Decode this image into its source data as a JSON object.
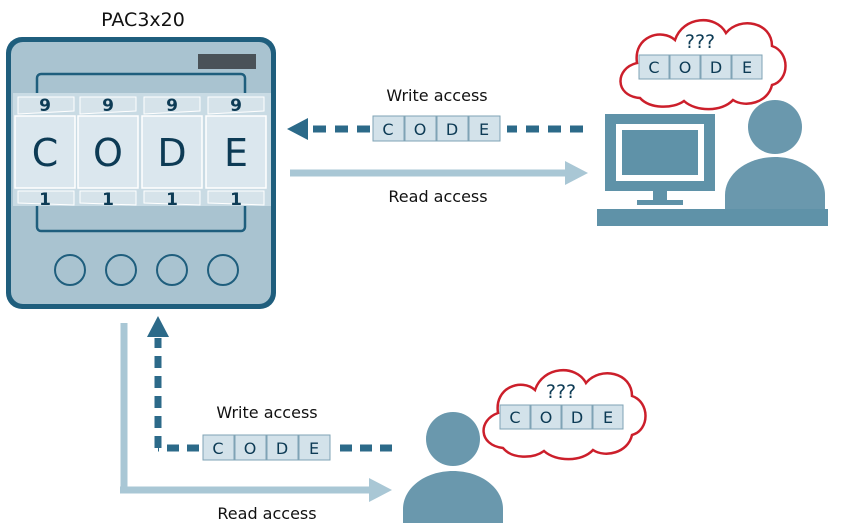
{
  "device": {
    "title": "PAC3x20",
    "code_letters": [
      "C",
      "O",
      "D",
      "E"
    ],
    "wheel_top_digits": [
      "9",
      "9",
      "9",
      "9"
    ],
    "wheel_bottom_digits": [
      "1",
      "1",
      "1",
      "1"
    ]
  },
  "pc_user": {
    "write_label": "Write access",
    "read_label": "Read access",
    "code_letters": [
      "C",
      "O",
      "D",
      "E"
    ],
    "thought_question": "???",
    "thought_code_letters": [
      "C",
      "O",
      "D",
      "E"
    ]
  },
  "local_user": {
    "write_label": "Write access",
    "read_label": "Read access",
    "code_letters": [
      "C",
      "O",
      "D",
      "E"
    ],
    "thought_question": "???",
    "thought_code_letters": [
      "C",
      "O",
      "D",
      "E"
    ]
  },
  "colors": {
    "device_frame": "#1f5e7d",
    "device_body": "#a9c3d0",
    "write_arrow": "#2c6a89",
    "read_arrow": "#a9c7d5",
    "person": "#6a98ad",
    "pc": "#5f92a8",
    "thought_border": "#cc1f2b",
    "code_box": "#d3e2ea"
  }
}
